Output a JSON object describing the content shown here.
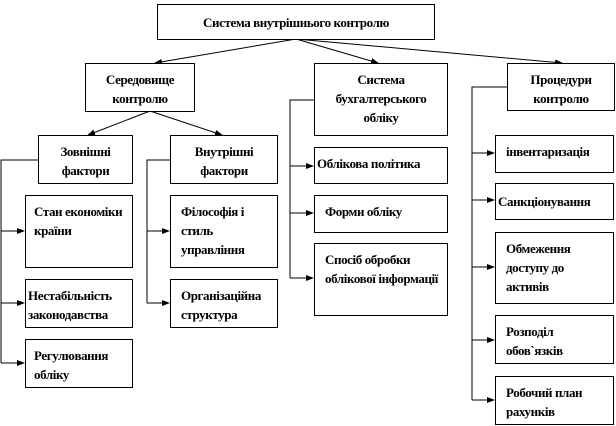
{
  "root": "Система внутрішнього контролю",
  "level1": {
    "environment": "Середовище контролю",
    "accounting_system": "Система бухгалтерського обліку",
    "procedures": "Процедури контролю"
  },
  "environment_children": {
    "external": "Зовнішні фактори",
    "internal": "Внутрішні фактори"
  },
  "external_factors": [
    "Стан економіки країни",
    "Нестабільність законодавства",
    "Регулювання обліку"
  ],
  "internal_factors": [
    "Філософія і стиль управління",
    "Організаційна структура"
  ],
  "accounting_items": [
    "Облікова політика",
    "Форми обліку",
    "Спосіб обробки облікової інформації"
  ],
  "procedure_items": [
    "інвентаризація",
    "Санкціонування",
    "Обмеження доступу до активів",
    "Розподіл обов`язків",
    "Робочий план рахунків"
  ]
}
